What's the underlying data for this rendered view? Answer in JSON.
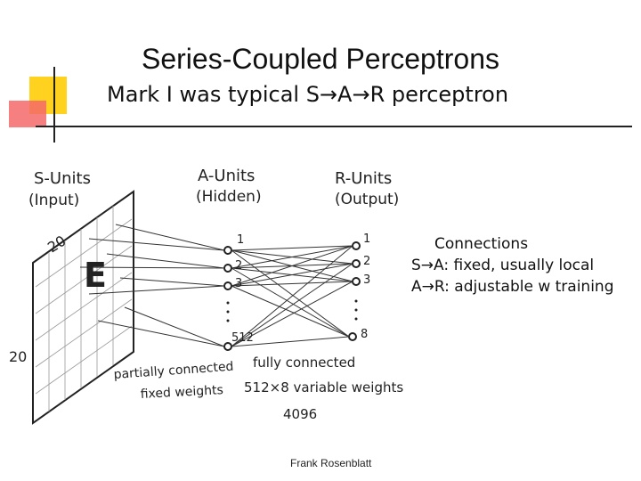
{
  "slide": {
    "title": "Series-Coupled Perceptrons",
    "subtitle": "Mark I was typical S→A→R perceptron",
    "credit": "Frank Rosenblatt"
  },
  "connections": {
    "title": "Connections",
    "s_to_a": "S→A: fixed, usually local",
    "a_to_r": "A→R: adjustable w training"
  },
  "sketch": {
    "s_units": {
      "label": "S-Units",
      "sub": "(Input)"
    },
    "a_units": {
      "label": "A-Units",
      "sub": "(Hidden)"
    },
    "r_units": {
      "label": "R-Units",
      "sub": "(Output)"
    },
    "grid_size_top": "20",
    "grid_size_side": "20",
    "input_letter": "E",
    "a_node_labels": [
      "1",
      "2",
      "3",
      "512"
    ],
    "r_node_labels": [
      "1",
      "2",
      "3",
      "8"
    ],
    "sa_note_line1": "partially connected",
    "sa_note_line2": "fixed weights",
    "ar_note_line1": "fully connected",
    "ar_note_line2": "512×8 variable weights",
    "ar_total": "4096"
  }
}
